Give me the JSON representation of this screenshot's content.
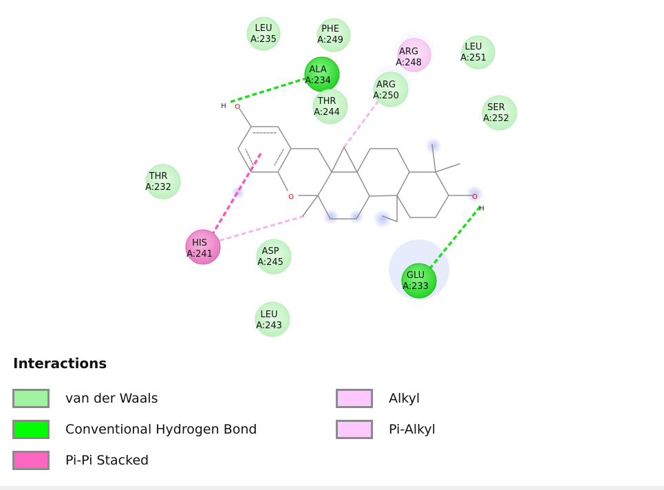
{
  "residues": [
    {
      "id": "leu235",
      "line1": "LEU",
      "line2": "A:235",
      "type": "vdw"
    },
    {
      "id": "phe249",
      "line1": "PHE",
      "line2": "A:249",
      "type": "vdw"
    },
    {
      "id": "arg248",
      "line1": "ARG",
      "line2": "A:248",
      "type": "alkyl"
    },
    {
      "id": "leu251",
      "line1": "LEU",
      "line2": "A:251",
      "type": "vdw"
    },
    {
      "id": "ala234",
      "line1": "ALA",
      "line2": "A:234",
      "type": "hbond"
    },
    {
      "id": "arg250",
      "line1": "ARG",
      "line2": "A:250",
      "type": "vdw"
    },
    {
      "id": "thr244",
      "line1": "THR",
      "line2": "A:244",
      "type": "vdw"
    },
    {
      "id": "ser252",
      "line1": "SER",
      "line2": "A:252",
      "type": "vdw"
    },
    {
      "id": "thr232",
      "line1": "THR",
      "line2": "A:232",
      "type": "vdw"
    },
    {
      "id": "his241",
      "line1": "HIS",
      "line2": "A:241",
      "type": "pipi"
    },
    {
      "id": "asp245",
      "line1": "ASP",
      "line2": "A:245",
      "type": "vdw"
    },
    {
      "id": "glu233",
      "line1": "GLU",
      "line2": "A:233",
      "type": "hbond"
    },
    {
      "id": "leu243",
      "line1": "LEU",
      "line2": "A:243",
      "type": "vdw"
    }
  ],
  "atoms": {
    "o_top": "O",
    "h_top": "H",
    "o_ring": "O",
    "o_right": "O",
    "h_right": "H"
  },
  "legend": {
    "title": "Interactions",
    "items": [
      {
        "label": "van der Waals",
        "color": "#9ff59f"
      },
      {
        "label": "Conventional Hydrogen Bond",
        "color": "#00ff00"
      },
      {
        "label": "Pi-Pi Stacked",
        "color": "#ff66c2"
      },
      {
        "label": "Alkyl",
        "color": "#ffc8ff"
      },
      {
        "label": "Pi-Alkyl",
        "color": "#ffc8ff"
      }
    ]
  },
  "colors": {
    "vdw": "#c9f5c9",
    "vdw_edge": "#a6eba6",
    "hbond": "#3ce83c",
    "hbond_edge": "#1fc41f",
    "pipi": "#ee86c8",
    "pipi_edge": "#e060b4",
    "alkyl": "#f9cdf4",
    "alkyl_edge": "#f0aee8",
    "hbond_line": "#22dd22",
    "pipi_line": "#ff55c0",
    "alkyl_line": "#f6b6ec",
    "bond": "#909090",
    "oxygen": "#e00000",
    "halo": "#8c96f0"
  }
}
